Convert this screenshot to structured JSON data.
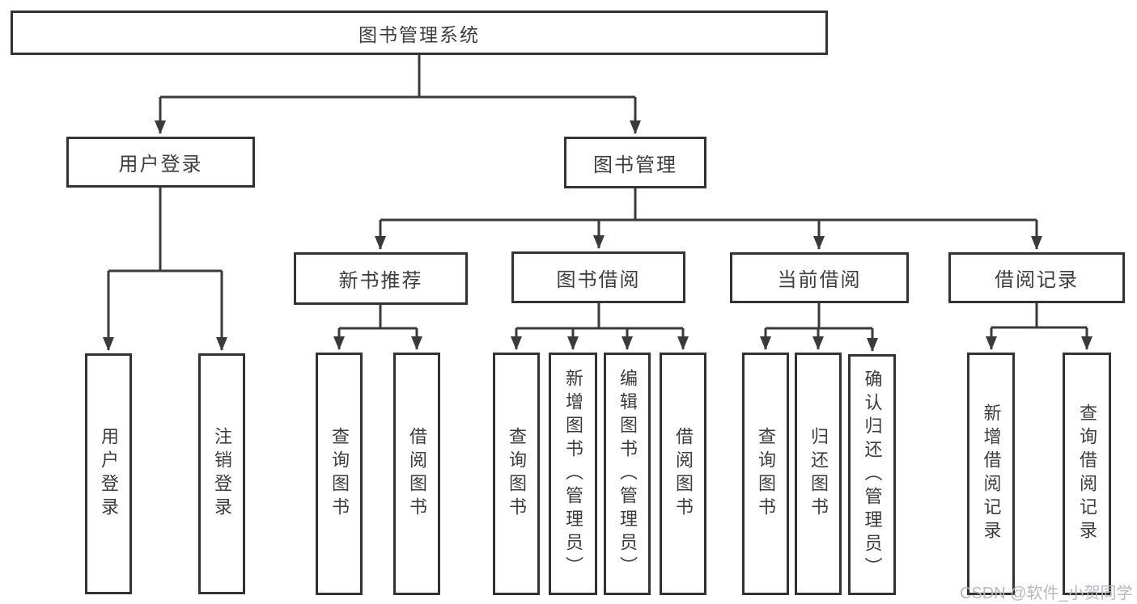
{
  "diagram": {
    "type": "tree",
    "tree": {
      "label": "图书管理系统",
      "children": [
        {
          "label": "用户登录",
          "children": [
            {
              "label": "用户登录"
            },
            {
              "label": "注销登录"
            }
          ]
        },
        {
          "label": "图书管理",
          "children": [
            {
              "label": "新书推荐",
              "children": [
                {
                  "label": "查询图书"
                },
                {
                  "label": "借阅图书"
                }
              ]
            },
            {
              "label": "图书借阅",
              "children": [
                {
                  "label": "查询图书"
                },
                {
                  "label": "新增图书（管理员）"
                },
                {
                  "label": "编辑图书（管理员）"
                },
                {
                  "label": "借阅图书"
                }
              ]
            },
            {
              "label": "当前借阅",
              "children": [
                {
                  "label": "查询图书"
                },
                {
                  "label": "归还图书"
                },
                {
                  "label": "确认归还（管理员）"
                }
              ]
            },
            {
              "label": "借阅记录",
              "children": [
                {
                  "label": "新增借阅记录"
                },
                {
                  "label": "查询借阅记录"
                }
              ]
            }
          ]
        }
      ]
    },
    "watermark": "CSDN @软件_小贺同学",
    "colors": {
      "line": "#3a3a3a",
      "box_border": "#333333",
      "text": "#3d3d3d",
      "background": "#ffffff",
      "watermark": "#b5b8bd"
    }
  }
}
